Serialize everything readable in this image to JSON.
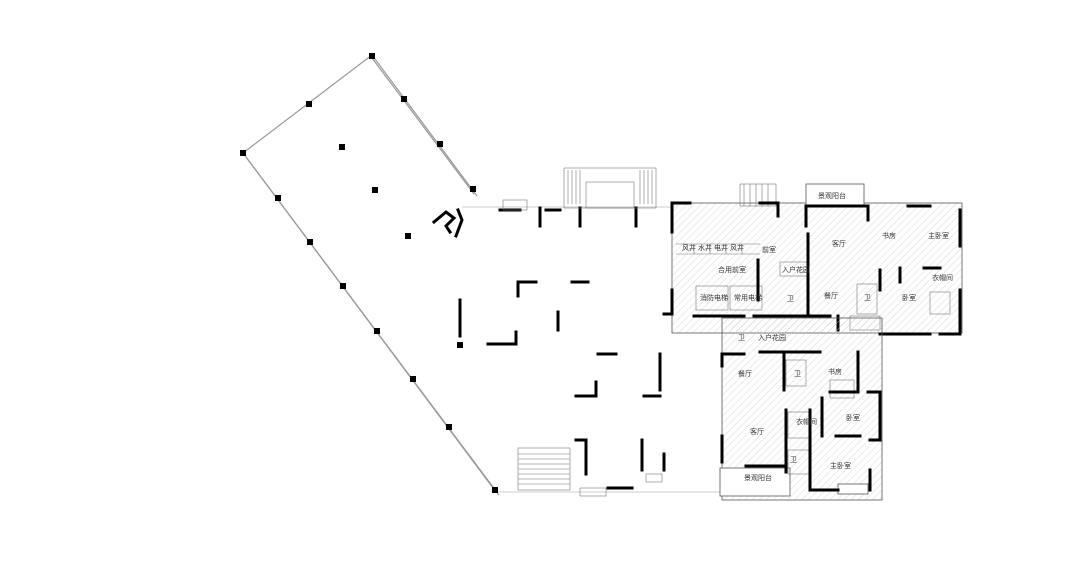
{
  "drawing": {
    "unit_upper": {
      "rooms": [
        {
          "key": "fengjing1",
          "label": "风井"
        },
        {
          "key": "shuijing",
          "label": "水井"
        },
        {
          "key": "dianjing",
          "label": "电井"
        },
        {
          "key": "fengjing2",
          "label": "风井"
        },
        {
          "key": "qianshi",
          "label": "前室"
        },
        {
          "key": "heyongqianshi",
          "label": "合用前室"
        },
        {
          "key": "xiaofangdianti",
          "label": "消防电梯"
        },
        {
          "key": "changyongdianti",
          "label": "常用电梯"
        },
        {
          "key": "rhtg_upper",
          "label": "入户花园"
        },
        {
          "key": "wei_a",
          "label": "卫"
        },
        {
          "key": "ketingA",
          "label": "客厅"
        },
        {
          "key": "cantingA",
          "label": "餐厅"
        },
        {
          "key": "woshiA",
          "label": "卧室"
        },
        {
          "key": "zhuwoshiA",
          "label": "主卧室"
        },
        {
          "key": "yimaojianA",
          "label": "衣帽间"
        },
        {
          "key": "shufangA",
          "label": "书房"
        },
        {
          "key": "weiB",
          "label": "卫"
        },
        {
          "key": "jingguanyangtaiA",
          "label": "景观阳台"
        }
      ]
    },
    "unit_lower": {
      "rooms": [
        {
          "key": "weiC",
          "label": "卫"
        },
        {
          "key": "rhtg_lower",
          "label": "入户花园"
        },
        {
          "key": "cantingB",
          "label": "餐厅"
        },
        {
          "key": "ketingB",
          "label": "客厅"
        },
        {
          "key": "weiD",
          "label": "卫"
        },
        {
          "key": "shufangB",
          "label": "书房"
        },
        {
          "key": "yimaojianB",
          "label": "衣帽间"
        },
        {
          "key": "woshiB",
          "label": "卧室"
        },
        {
          "key": "zhuwoshiB",
          "label": "主卧室"
        },
        {
          "key": "weiE",
          "label": "卫"
        },
        {
          "key": "jingguanyangtaiB",
          "label": "景观阳台"
        }
      ]
    }
  }
}
